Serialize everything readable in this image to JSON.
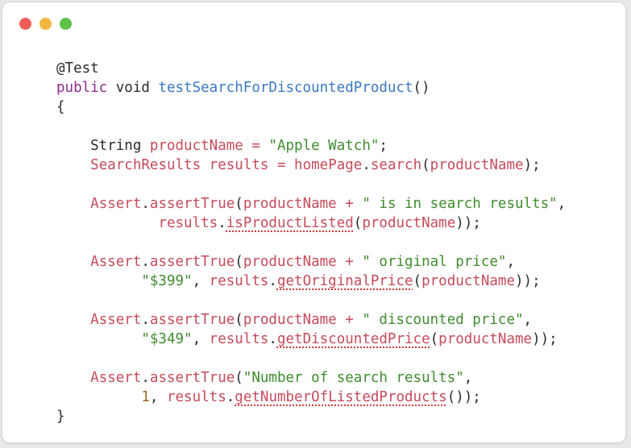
{
  "window": {
    "controls": {
      "close_color": "#ee5e57",
      "minimize_color": "#f4b73f",
      "zoom_color": "#5ec14a"
    }
  },
  "code": {
    "lines": [
      [
        {
          "t": "@Test",
          "c": "ann"
        }
      ],
      [
        {
          "t": "public",
          "c": "kw"
        },
        {
          "t": " void ",
          "c": "type"
        },
        {
          "t": "testSearchForDiscountedProduct",
          "c": "fn"
        },
        {
          "t": "()",
          "c": "plain"
        }
      ],
      [
        {
          "t": "{",
          "c": "plain"
        }
      ],
      [],
      [
        {
          "t": "    String ",
          "c": "type"
        },
        {
          "t": "productName",
          "c": "id"
        },
        {
          "t": " = ",
          "c": "op"
        },
        {
          "t": "\"Apple Watch\"",
          "c": "str"
        },
        {
          "t": ";",
          "c": "plain"
        }
      ],
      [
        {
          "t": "    ",
          "c": "plain"
        },
        {
          "t": "SearchResults",
          "c": "id"
        },
        {
          "t": " ",
          "c": "plain"
        },
        {
          "t": "results",
          "c": "id"
        },
        {
          "t": " = ",
          "c": "op"
        },
        {
          "t": "homePage",
          "c": "id"
        },
        {
          "t": ".",
          "c": "plain"
        },
        {
          "t": "search",
          "c": "id"
        },
        {
          "t": "(",
          "c": "plain"
        },
        {
          "t": "productName",
          "c": "id"
        },
        {
          "t": ");",
          "c": "plain"
        }
      ],
      [],
      [
        {
          "t": "    ",
          "c": "plain"
        },
        {
          "t": "Assert",
          "c": "id"
        },
        {
          "t": ".",
          "c": "plain"
        },
        {
          "t": "assertTrue",
          "c": "id"
        },
        {
          "t": "(",
          "c": "plain"
        },
        {
          "t": "productName",
          "c": "id"
        },
        {
          "t": " + ",
          "c": "op"
        },
        {
          "t": "\" is in search results\"",
          "c": "str"
        },
        {
          "t": ",",
          "c": "plain"
        }
      ],
      [
        {
          "t": "            ",
          "c": "plain"
        },
        {
          "t": "results",
          "c": "id"
        },
        {
          "t": ".",
          "c": "plain"
        },
        {
          "t": "isProductListed",
          "c": "id",
          "u": true
        },
        {
          "t": "(",
          "c": "plain"
        },
        {
          "t": "productName",
          "c": "id"
        },
        {
          "t": "));",
          "c": "plain"
        }
      ],
      [],
      [
        {
          "t": "    ",
          "c": "plain"
        },
        {
          "t": "Assert",
          "c": "id"
        },
        {
          "t": ".",
          "c": "plain"
        },
        {
          "t": "assertTrue",
          "c": "id"
        },
        {
          "t": "(",
          "c": "plain"
        },
        {
          "t": "productName",
          "c": "id"
        },
        {
          "t": " + ",
          "c": "op"
        },
        {
          "t": "\" original price\"",
          "c": "str"
        },
        {
          "t": ",",
          "c": "plain"
        }
      ],
      [
        {
          "t": "          ",
          "c": "plain"
        },
        {
          "t": "\"$399\"",
          "c": "str"
        },
        {
          "t": ", ",
          "c": "plain"
        },
        {
          "t": "results",
          "c": "id"
        },
        {
          "t": ".",
          "c": "plain"
        },
        {
          "t": "getOriginalPrice",
          "c": "id",
          "u": true
        },
        {
          "t": "(",
          "c": "plain"
        },
        {
          "t": "productName",
          "c": "id"
        },
        {
          "t": "));",
          "c": "plain"
        }
      ],
      [],
      [
        {
          "t": "    ",
          "c": "plain"
        },
        {
          "t": "Assert",
          "c": "id"
        },
        {
          "t": ".",
          "c": "plain"
        },
        {
          "t": "assertTrue",
          "c": "id"
        },
        {
          "t": "(",
          "c": "plain"
        },
        {
          "t": "productName",
          "c": "id"
        },
        {
          "t": " + ",
          "c": "op"
        },
        {
          "t": "\" discounted price\"",
          "c": "str"
        },
        {
          "t": ",",
          "c": "plain"
        }
      ],
      [
        {
          "t": "          ",
          "c": "plain"
        },
        {
          "t": "\"$349\"",
          "c": "str"
        },
        {
          "t": ", ",
          "c": "plain"
        },
        {
          "t": "results",
          "c": "id"
        },
        {
          "t": ".",
          "c": "plain"
        },
        {
          "t": "getDiscountedPrice",
          "c": "id",
          "u": true
        },
        {
          "t": "(",
          "c": "plain"
        },
        {
          "t": "productName",
          "c": "id"
        },
        {
          "t": "));",
          "c": "plain"
        }
      ],
      [],
      [
        {
          "t": "    ",
          "c": "plain"
        },
        {
          "t": "Assert",
          "c": "id"
        },
        {
          "t": ".",
          "c": "plain"
        },
        {
          "t": "assertTrue",
          "c": "id"
        },
        {
          "t": "(",
          "c": "plain"
        },
        {
          "t": "\"Number of search results\"",
          "c": "str"
        },
        {
          "t": ",",
          "c": "plain"
        }
      ],
      [
        {
          "t": "          ",
          "c": "plain"
        },
        {
          "t": "1",
          "c": "num"
        },
        {
          "t": ", ",
          "c": "plain"
        },
        {
          "t": "results",
          "c": "id"
        },
        {
          "t": ".",
          "c": "plain"
        },
        {
          "t": "getNumberOfListedProducts",
          "c": "id",
          "u": true
        },
        {
          "t": "());",
          "c": "plain"
        }
      ],
      [
        {
          "t": "}",
          "c": "plain"
        }
      ]
    ]
  }
}
